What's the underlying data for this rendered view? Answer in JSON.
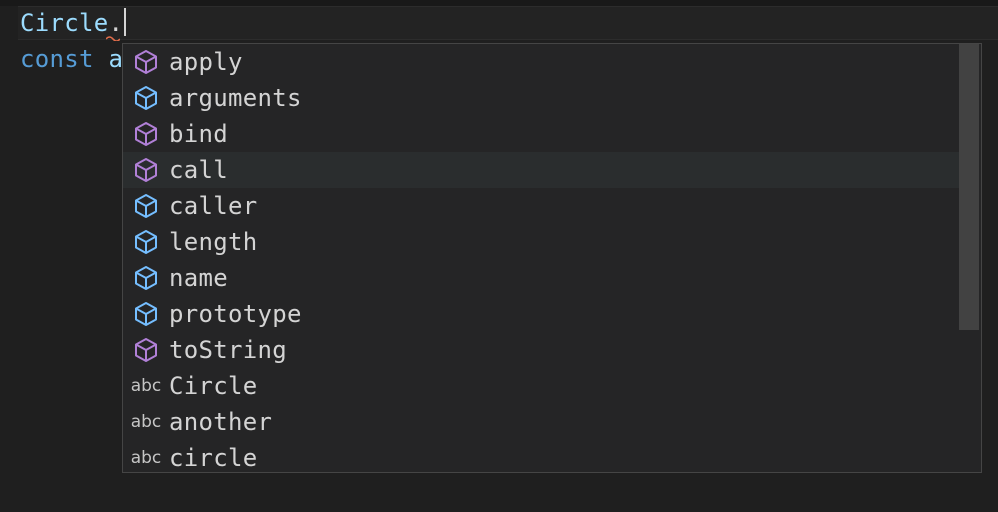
{
  "editor": {
    "line1": {
      "class_name": "Circle",
      "dot": "."
    },
    "line2": {
      "keyword": "const",
      "partial_var": "a"
    }
  },
  "suggest": {
    "focused_index": 3,
    "items": [
      {
        "label": "apply",
        "kind": "method",
        "icon": "method-cube-icon"
      },
      {
        "label": "arguments",
        "kind": "field",
        "icon": "field-cube-icon"
      },
      {
        "label": "bind",
        "kind": "method",
        "icon": "method-cube-icon"
      },
      {
        "label": "call",
        "kind": "method",
        "icon": "method-cube-icon"
      },
      {
        "label": "caller",
        "kind": "field",
        "icon": "field-cube-icon"
      },
      {
        "label": "length",
        "kind": "field",
        "icon": "field-cube-icon"
      },
      {
        "label": "name",
        "kind": "field",
        "icon": "field-cube-icon"
      },
      {
        "label": "prototype",
        "kind": "field",
        "icon": "field-cube-icon"
      },
      {
        "label": "toString",
        "kind": "method",
        "icon": "method-cube-icon"
      },
      {
        "label": "Circle",
        "kind": "text",
        "icon": "abc-text-icon",
        "icon_text": "abc"
      },
      {
        "label": "another",
        "kind": "text",
        "icon": "abc-text-icon",
        "icon_text": "abc"
      },
      {
        "label": "circle",
        "kind": "text",
        "icon": "abc-text-icon",
        "icon_text": "abc"
      }
    ]
  },
  "colors": {
    "method_icon": "#b180d7",
    "field_icon": "#75beff",
    "background": "#1f1f1f",
    "widget_background": "#252526",
    "focused_row": "#2a2d2e"
  }
}
